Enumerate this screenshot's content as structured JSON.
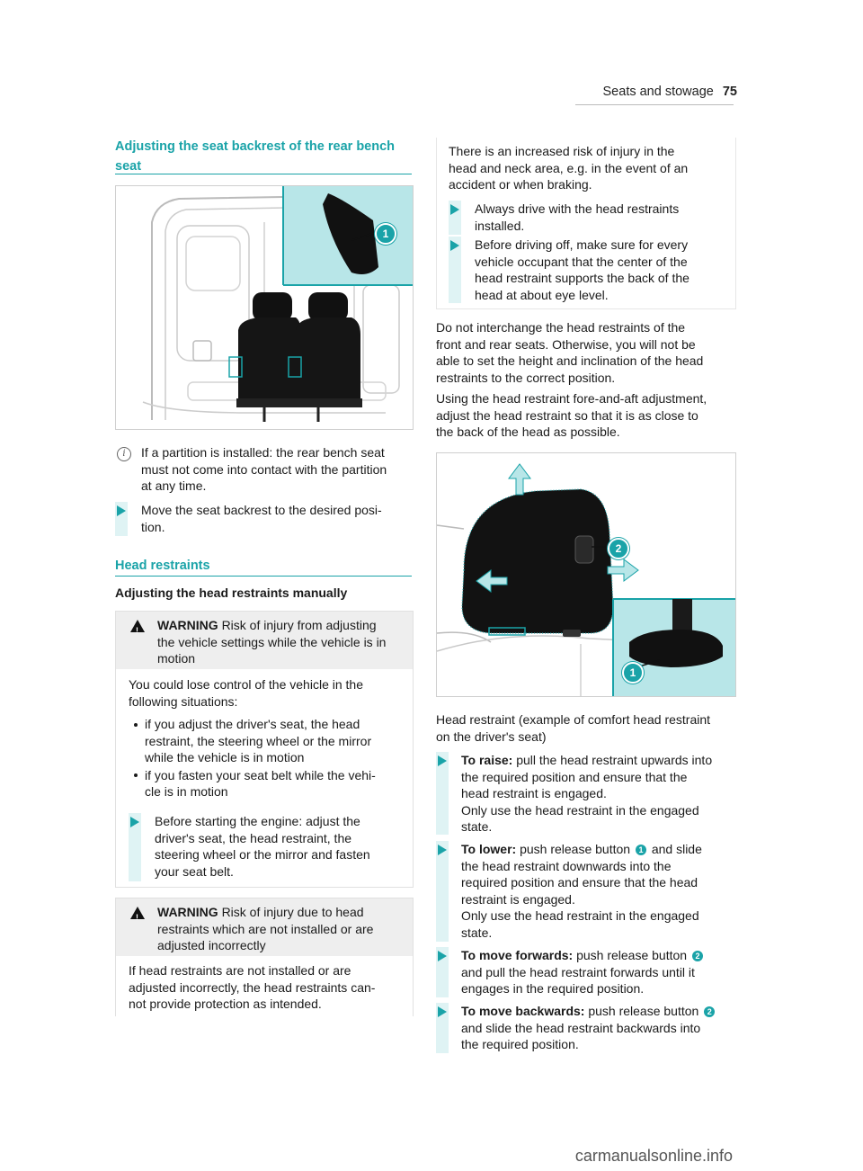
{
  "header": {
    "section": "Seats and stowage",
    "page": "75"
  },
  "col1": {
    "heading1_line1": "Adjusting the seat backrest of the rear bench",
    "heading1_line2": "seat",
    "note": [
      "If a partition is installed: the rear bench seat",
      "must not come into contact with the partition",
      "at any time."
    ],
    "step1": [
      "Move the seat backrest to the desired posi-",
      "tion."
    ],
    "heading2": "Head restraints",
    "subheading": "Adjusting the head restraints manually",
    "warning1": {
      "label": "WARNING",
      "title": [
        "Risk of injury from adjusting",
        "the vehicle settings while the vehicle is in",
        "motion"
      ],
      "intro": [
        "You could lose control of the vehicle in the",
        "following situations:"
      ],
      "bullets": [
        [
          "if you adjust the driver's seat, the head",
          "restraint, the steering wheel or the mirror",
          "while the vehicle is in motion"
        ],
        [
          "if you fasten your seat belt while the vehi-",
          "cle is in motion"
        ]
      ],
      "step": [
        "Before starting the engine: adjust the",
        "driver's seat, the head restraint, the",
        "steering wheel or the mirror and fasten",
        "your seat belt."
      ]
    },
    "warning2": {
      "label": "WARNING",
      "title": [
        "Risk of injury due to head",
        "restraints which are not installed or are",
        "adjusted incorrectly"
      ],
      "body": [
        "If head restraints are not installed or are",
        "adjusted incorrectly, the head restraints can-",
        "not provide protection as intended."
      ]
    }
  },
  "col2": {
    "infobox": {
      "lines": [
        "There is an increased risk of injury in the",
        "head and neck area, e.g. in the event of an",
        "accident or when braking."
      ],
      "step1": [
        "Always drive with the head restraints",
        "installed."
      ],
      "step2": [
        "Before driving off, make sure for every",
        "vehicle occupant that the center of the",
        "head restraint supports the back of the",
        "head at about eye level."
      ]
    },
    "para1": [
      "Do not interchange the head restraints of the",
      "front and rear seats. Otherwise, you will not be",
      "able to set the height and inclination of the head",
      "restraints to the correct position."
    ],
    "para2": [
      "Using the head restraint fore-and-aft adjustment,",
      "adjust the head restraint so that it is as close to",
      "the back of the head as possible."
    ],
    "caption": [
      "Head restraint (example of comfort head restraint",
      "on the driver's seat)"
    ],
    "steps": [
      {
        "label": "To raise:",
        "lines": [
          " pull the head restraint upwards into",
          "the required position and ensure that the",
          "head restraint is engaged.",
          "Only use the head restraint in the engaged",
          "state."
        ]
      },
      {
        "label": "To lower:",
        "pre": " push release button ",
        "badge": "1",
        "post": " and slide",
        "lines": [
          "the head restraint downwards into the",
          "required position and ensure that the head",
          "restraint is engaged.",
          "Only use the head restraint in the engaged",
          "state."
        ]
      },
      {
        "label": "To move forwards:",
        "pre": " push release button ",
        "badge": "2",
        "post": "",
        "lines": [
          "and pull the head restraint forwards until it",
          "engages in the required position."
        ]
      },
      {
        "label": "To move backwards:",
        "pre": " push release button ",
        "badge": "2",
        "post": "",
        "lines": [
          "and slide the head restraint backwards into",
          "the required position."
        ]
      }
    ]
  },
  "figure1": {
    "callout": "1"
  },
  "figure2": {
    "callout_a": "2",
    "callout_b": "1"
  },
  "watermark": "carmanualsonline.info",
  "colors": {
    "accent": "#1aa3a8",
    "inset": "#b8e6e8"
  }
}
